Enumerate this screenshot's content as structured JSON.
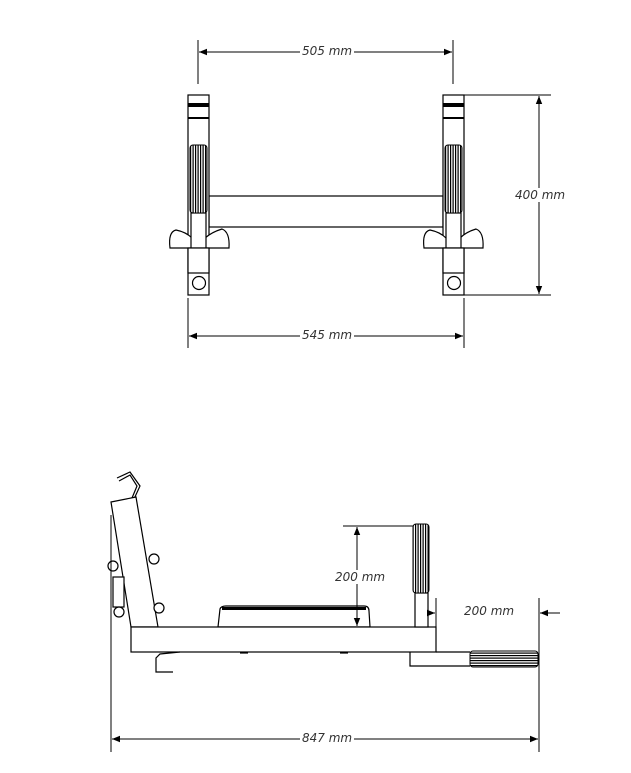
{
  "top_view": {
    "dim_inner_width": "505 mm",
    "dim_height": "400 mm",
    "dim_outer_width": "545 mm"
  },
  "side_view": {
    "dim_handle_height": "200 mm",
    "dim_handle_offset": "200 mm",
    "dim_total_length": "847 mm"
  }
}
